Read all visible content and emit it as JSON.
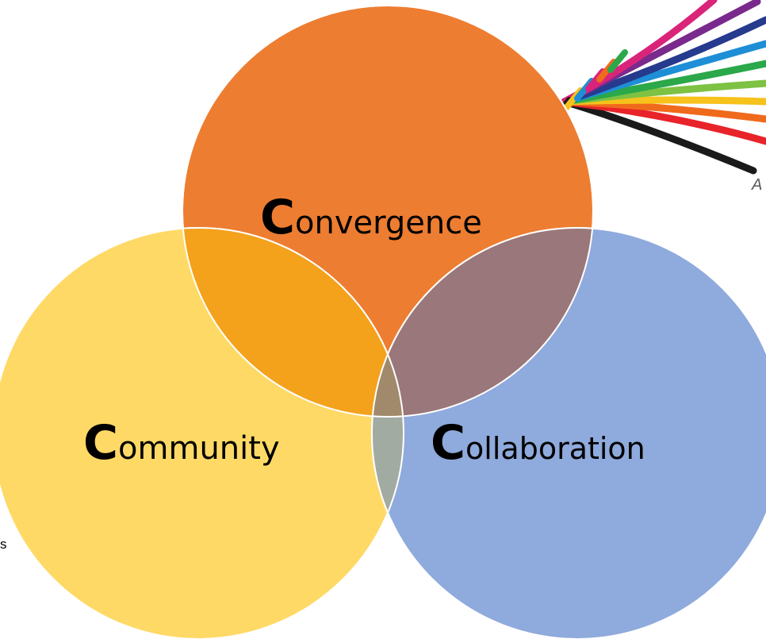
{
  "diagram": {
    "type": "venn",
    "circles": [
      {
        "id": "convergence",
        "initial": "C",
        "rest": "onvergence",
        "fill": "#ED7D31"
      },
      {
        "id": "community",
        "initial": "C",
        "rest": "ommunity",
        "fill": "#FFD966"
      },
      {
        "id": "collaboration",
        "initial": "C",
        "rest": "ollaboration",
        "fill": "#8FAADC"
      }
    ],
    "overlap_colors": {
      "convergence_community": "#F4A11C",
      "convergence_collaboration": "#9A777A",
      "community_collaboration": "#A2ABA1",
      "all_three": "#A08A6B"
    }
  },
  "decoration": {
    "image": "braided-rope-image",
    "rope_colors": [
      "#1a1a1a",
      "#e8232a",
      "#f06a1c",
      "#f6c21b",
      "#7dc242",
      "#2aa84a",
      "#1e8fd6",
      "#263a8e",
      "#7a2a8c",
      "#d9247a"
    ]
  },
  "cut_text": {
    "right_edge": "A",
    "left_edge": "s"
  }
}
